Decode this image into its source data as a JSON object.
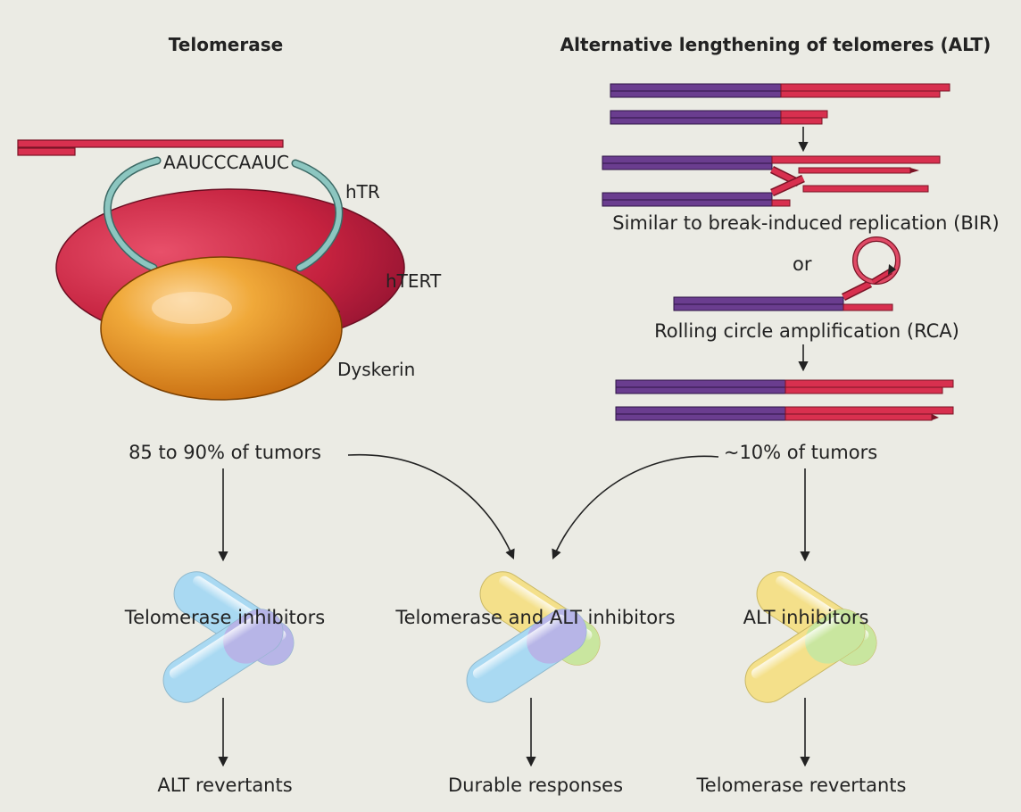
{
  "left_panel": {
    "title": "Telomerase",
    "rna_template": "AAUCCCAAUC",
    "htr_label": "hTR",
    "htert_label": "hTERT",
    "dyskerin_label": "Dyskerin",
    "tumor_share": "85 to 90% of tumors"
  },
  "right_panel": {
    "title": "Alternative lengthening of telomeres (ALT)",
    "bir_label": "Similar to break-induced replication (BIR)",
    "or_label": "or",
    "rca_label": "Rolling circle amplification (RCA)",
    "tumor_share": "~10% of tumors"
  },
  "treatments": {
    "left": "Telomerase inhibitors",
    "center": "Telomerase and ALT inhibitors",
    "right": "ALT inhibitors"
  },
  "outcomes": {
    "left": "ALT revertants",
    "center": "Durable responses",
    "right": "Telomerase revertants"
  },
  "colors": {
    "background": "#ebebe4",
    "dna_purple": "#6a3d8f",
    "telomere_red": "#d8304f",
    "htert_red": "#c5223f",
    "dyskerin_orange": "#e89018",
    "htr_teal": "#7fb5b0",
    "capsule_blue": "#a9d9f2",
    "capsule_purple": "#b8b0e6",
    "capsule_yellow": "#f4e08a",
    "capsule_green": "#c6e6a0"
  }
}
